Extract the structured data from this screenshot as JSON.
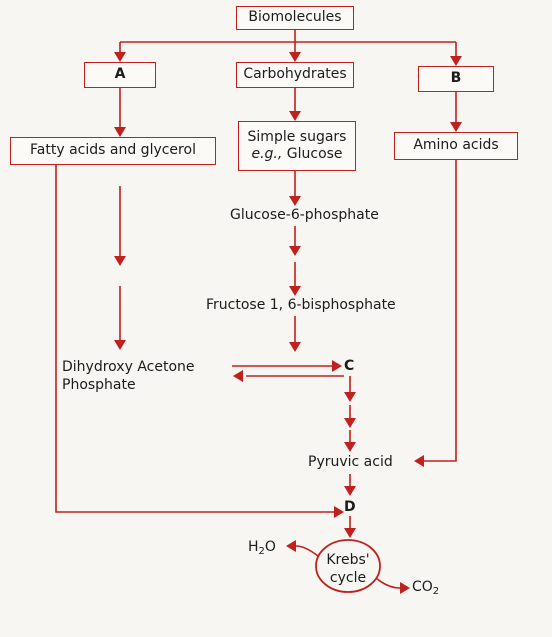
{
  "nodes": {
    "biomolecules": "Biomolecules",
    "a": "A",
    "carbohydrates": "Carbohydrates",
    "b": "B",
    "fatty_acids": "Fatty acids and glycerol",
    "simple_sugars_line1": "Simple sugars",
    "simple_sugars_eg": "e.g.,",
    "simple_sugars_glucose": "Glucose",
    "amino_acids": "Amino acids",
    "glucose_6_phosphate": "Glucose-6-phosphate",
    "fructose_bisphosphate": "Fructose 1, 6-bisphosphate",
    "dhap_line1": "Dihydroxy Acetone",
    "dhap_line2": "Phosphate",
    "c": "C",
    "pyruvic_acid": "Pyruvic acid",
    "d": "D",
    "krebs_line1": "Krebs'",
    "krebs_line2": "cycle",
    "water_h": "H",
    "water_sub": "2",
    "water_o": "O",
    "co2_main": "CO",
    "co2_sub": "2"
  },
  "colors": {
    "arrow": "#c0201e",
    "text": "#1c1c1c",
    "background": "#f7f6f2"
  }
}
